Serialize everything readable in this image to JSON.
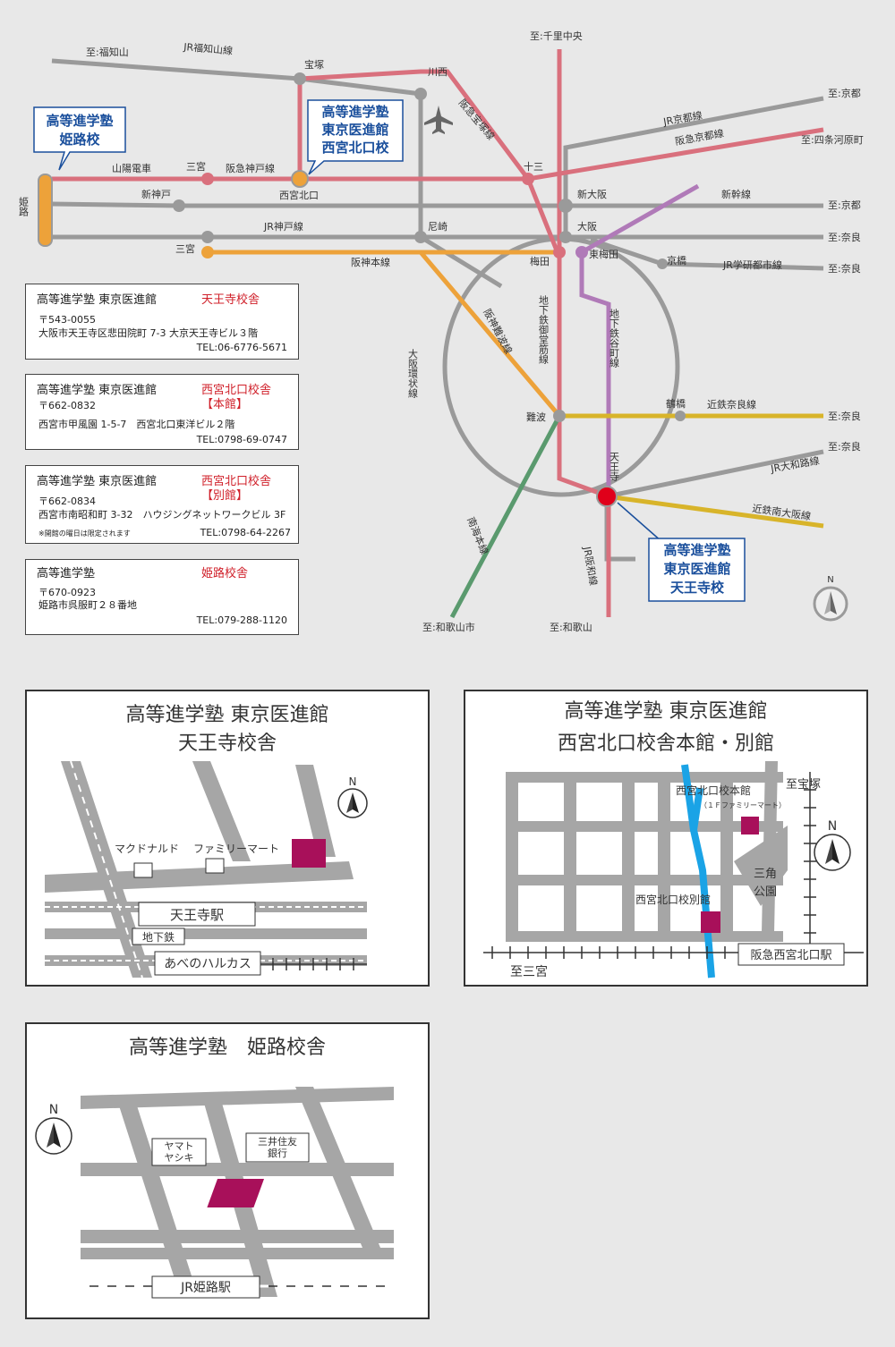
{
  "route_map": {
    "lines": {
      "jr_fukuchiyama": "JR福知山線",
      "hankyu_takarazuka": "阪急宝塚線",
      "jr_kyoto": "JR京都線",
      "hankyu_kyoto": "阪急京都線",
      "sanyo": "山陽電車",
      "hankyu_kobe": "阪急神戸線",
      "shinkansen": "新幹線",
      "jr_kobe": "JR神戸線",
      "hanshin": "阪神本線",
      "jr_gakken": "JR学研都市線",
      "hanshin_namba": "阪神難波線",
      "osaka_loop": "大阪環状線",
      "midosuji": "地下鉄御堂筋線",
      "tanimachi": "地下鉄谷町線",
      "kintetsu_nara": "近鉄奈良線",
      "jr_yamatoji": "JR大和路線",
      "kintetsu_minami": "近鉄南大阪線",
      "nankai": "南海本線",
      "jr_hanwa": "JR阪和線"
    },
    "stations": {
      "takarazuka": "宝塚",
      "kawanishi": "川西",
      "juso": "十三",
      "sannomiya_hankyu": "三宮",
      "nishinomiya_kitaguchi": "西宮北口",
      "shinkobe": "新神戸",
      "shinosaka": "新大阪",
      "amagasaki": "尼崎",
      "osaka": "大阪",
      "sannomiya_hanshin": "三宮",
      "umeda": "梅田",
      "higashiumeda": "東梅田",
      "kyobashi": "京橋",
      "namba": "難波",
      "tsuruhashi": "鶴橋",
      "tennoji": "天王寺",
      "himeji": "姫路"
    },
    "destinations": {
      "fukuchiyama": "至:福知山",
      "senri": "至:千里中央",
      "kyoto1": "至:京都",
      "shijo": "至:四条河原町",
      "kyoto2": "至:京都",
      "nara1": "至:奈良",
      "nara2": "至:奈良",
      "nara3": "至:奈良",
      "nara4": "至:奈良",
      "wakayamashi": "至:和歌山市",
      "wakayama": "至:和歌山"
    },
    "callouts": {
      "himeji": [
        "高等進学塾",
        "姫路校"
      ],
      "nishinomiya": [
        "高等進学塾",
        "東京医進館",
        "西宮北口校"
      ],
      "tennoji": [
        "高等進学塾",
        "東京医進館",
        "天王寺校"
      ]
    },
    "compass": "N"
  },
  "campuses": [
    {
      "school": "高等進学塾 東京医進館",
      "campus": [
        "天王寺校舎"
      ],
      "zip": "〒543-0055",
      "address": "大阪市天王寺区悲田院町 7-3 大京天王寺ビル３階",
      "note": "",
      "tel": "TEL:06-6776-5671"
    },
    {
      "school": "高等進学塾 東京医進館",
      "campus": [
        "西宮北口校舎",
        "【本館】"
      ],
      "zip": "〒662-0832",
      "address": "西宮市甲風園 1-5-7　西宮北口東洋ビル２階",
      "note": "",
      "tel": "TEL:0798-69-0747"
    },
    {
      "school": "高等進学塾 東京医進館",
      "campus": [
        "西宮北口校舎",
        "【別館】"
      ],
      "zip": "〒662-0834",
      "address": "西宮市南昭和町 3-32　ハウジングネットワークビル 3F",
      "note": "※開館の曜日は限定されます",
      "tel": "TEL:0798-64-2267"
    },
    {
      "school": "高等進学塾",
      "campus": [
        "姫路校舎"
      ],
      "zip": "〒670-0923",
      "address": "姫路市呉服町２８番地",
      "note": "",
      "tel": "TEL:079-288-1120"
    }
  ],
  "maps": {
    "tennoji": {
      "title": [
        "高等進学塾 東京医進館",
        "天王寺校舎"
      ],
      "mcdonalds": "マクドナルド",
      "familymart": "ファミリーマート",
      "station": "天王寺駅",
      "subway": "地下鉄",
      "harukas": "あべのハルカス",
      "compass": "N"
    },
    "nishinomiya": {
      "title": [
        "高等進学塾 東京医進館",
        "西宮北口校舎本館・別館"
      ],
      "main": "西宮北口校本館",
      "main_sub": "（１Ｆファミリーマート）",
      "annex": "西宮北口校別館",
      "to_takarazuka": "至宝塚",
      "park": [
        "三角",
        "公園"
      ],
      "station": "阪急西宮北口駅",
      "to_sannomiya": "至三宮",
      "compass": "N"
    },
    "himeji": {
      "title": "高等進学塾　姫路校舎",
      "yamato": [
        "ヤマト",
        "ヤシキ"
      ],
      "mitsui": [
        "三井住友",
        "銀行"
      ],
      "station": "JR姫路駅",
      "compass": "N"
    }
  },
  "colors": {
    "jr_gray": "#9a9a9a",
    "hankyu": "#d9707d",
    "hanshin": "#eda23a",
    "tanimachi": "#b07ab8",
    "nankai": "#5a9a6e",
    "kintetsu": "#d8b42a",
    "school_marker": "#e0001a",
    "callout_blue": "#1a4f9c",
    "building": "#a8105a",
    "road": "#a6a6a6",
    "map_blue": "#1aa3e6"
  }
}
